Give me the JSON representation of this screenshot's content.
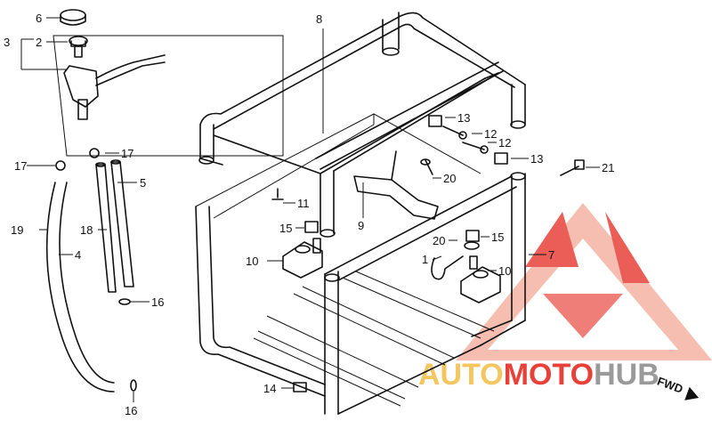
{
  "labels": {
    "p1": "1",
    "p2": "2",
    "p3": "3",
    "p4": "4",
    "p5": "5",
    "p6": "6",
    "p7": "7",
    "p8": "8",
    "p9": "9",
    "p10a": "10",
    "p10b": "10",
    "p11": "11",
    "p12a": "12",
    "p12b": "12",
    "p13a": "13",
    "p13b": "13",
    "p14": "14",
    "p15a": "15",
    "p15b": "15",
    "p16a": "16",
    "p16b": "16",
    "p17a": "17",
    "p17b": "17",
    "p18": "18",
    "p19": "19",
    "p20a": "20",
    "p20b": "20",
    "p21": "21"
  },
  "watermark": {
    "part1": "AUTO",
    "part2": "MOTO",
    "part3": "HUB",
    "color_main": "#e8413a",
    "color_light": "#f5b6a8",
    "color_gray": "#9a9a9a",
    "color_yellow": "#f3c660"
  },
  "direction": {
    "label": "FWD"
  }
}
